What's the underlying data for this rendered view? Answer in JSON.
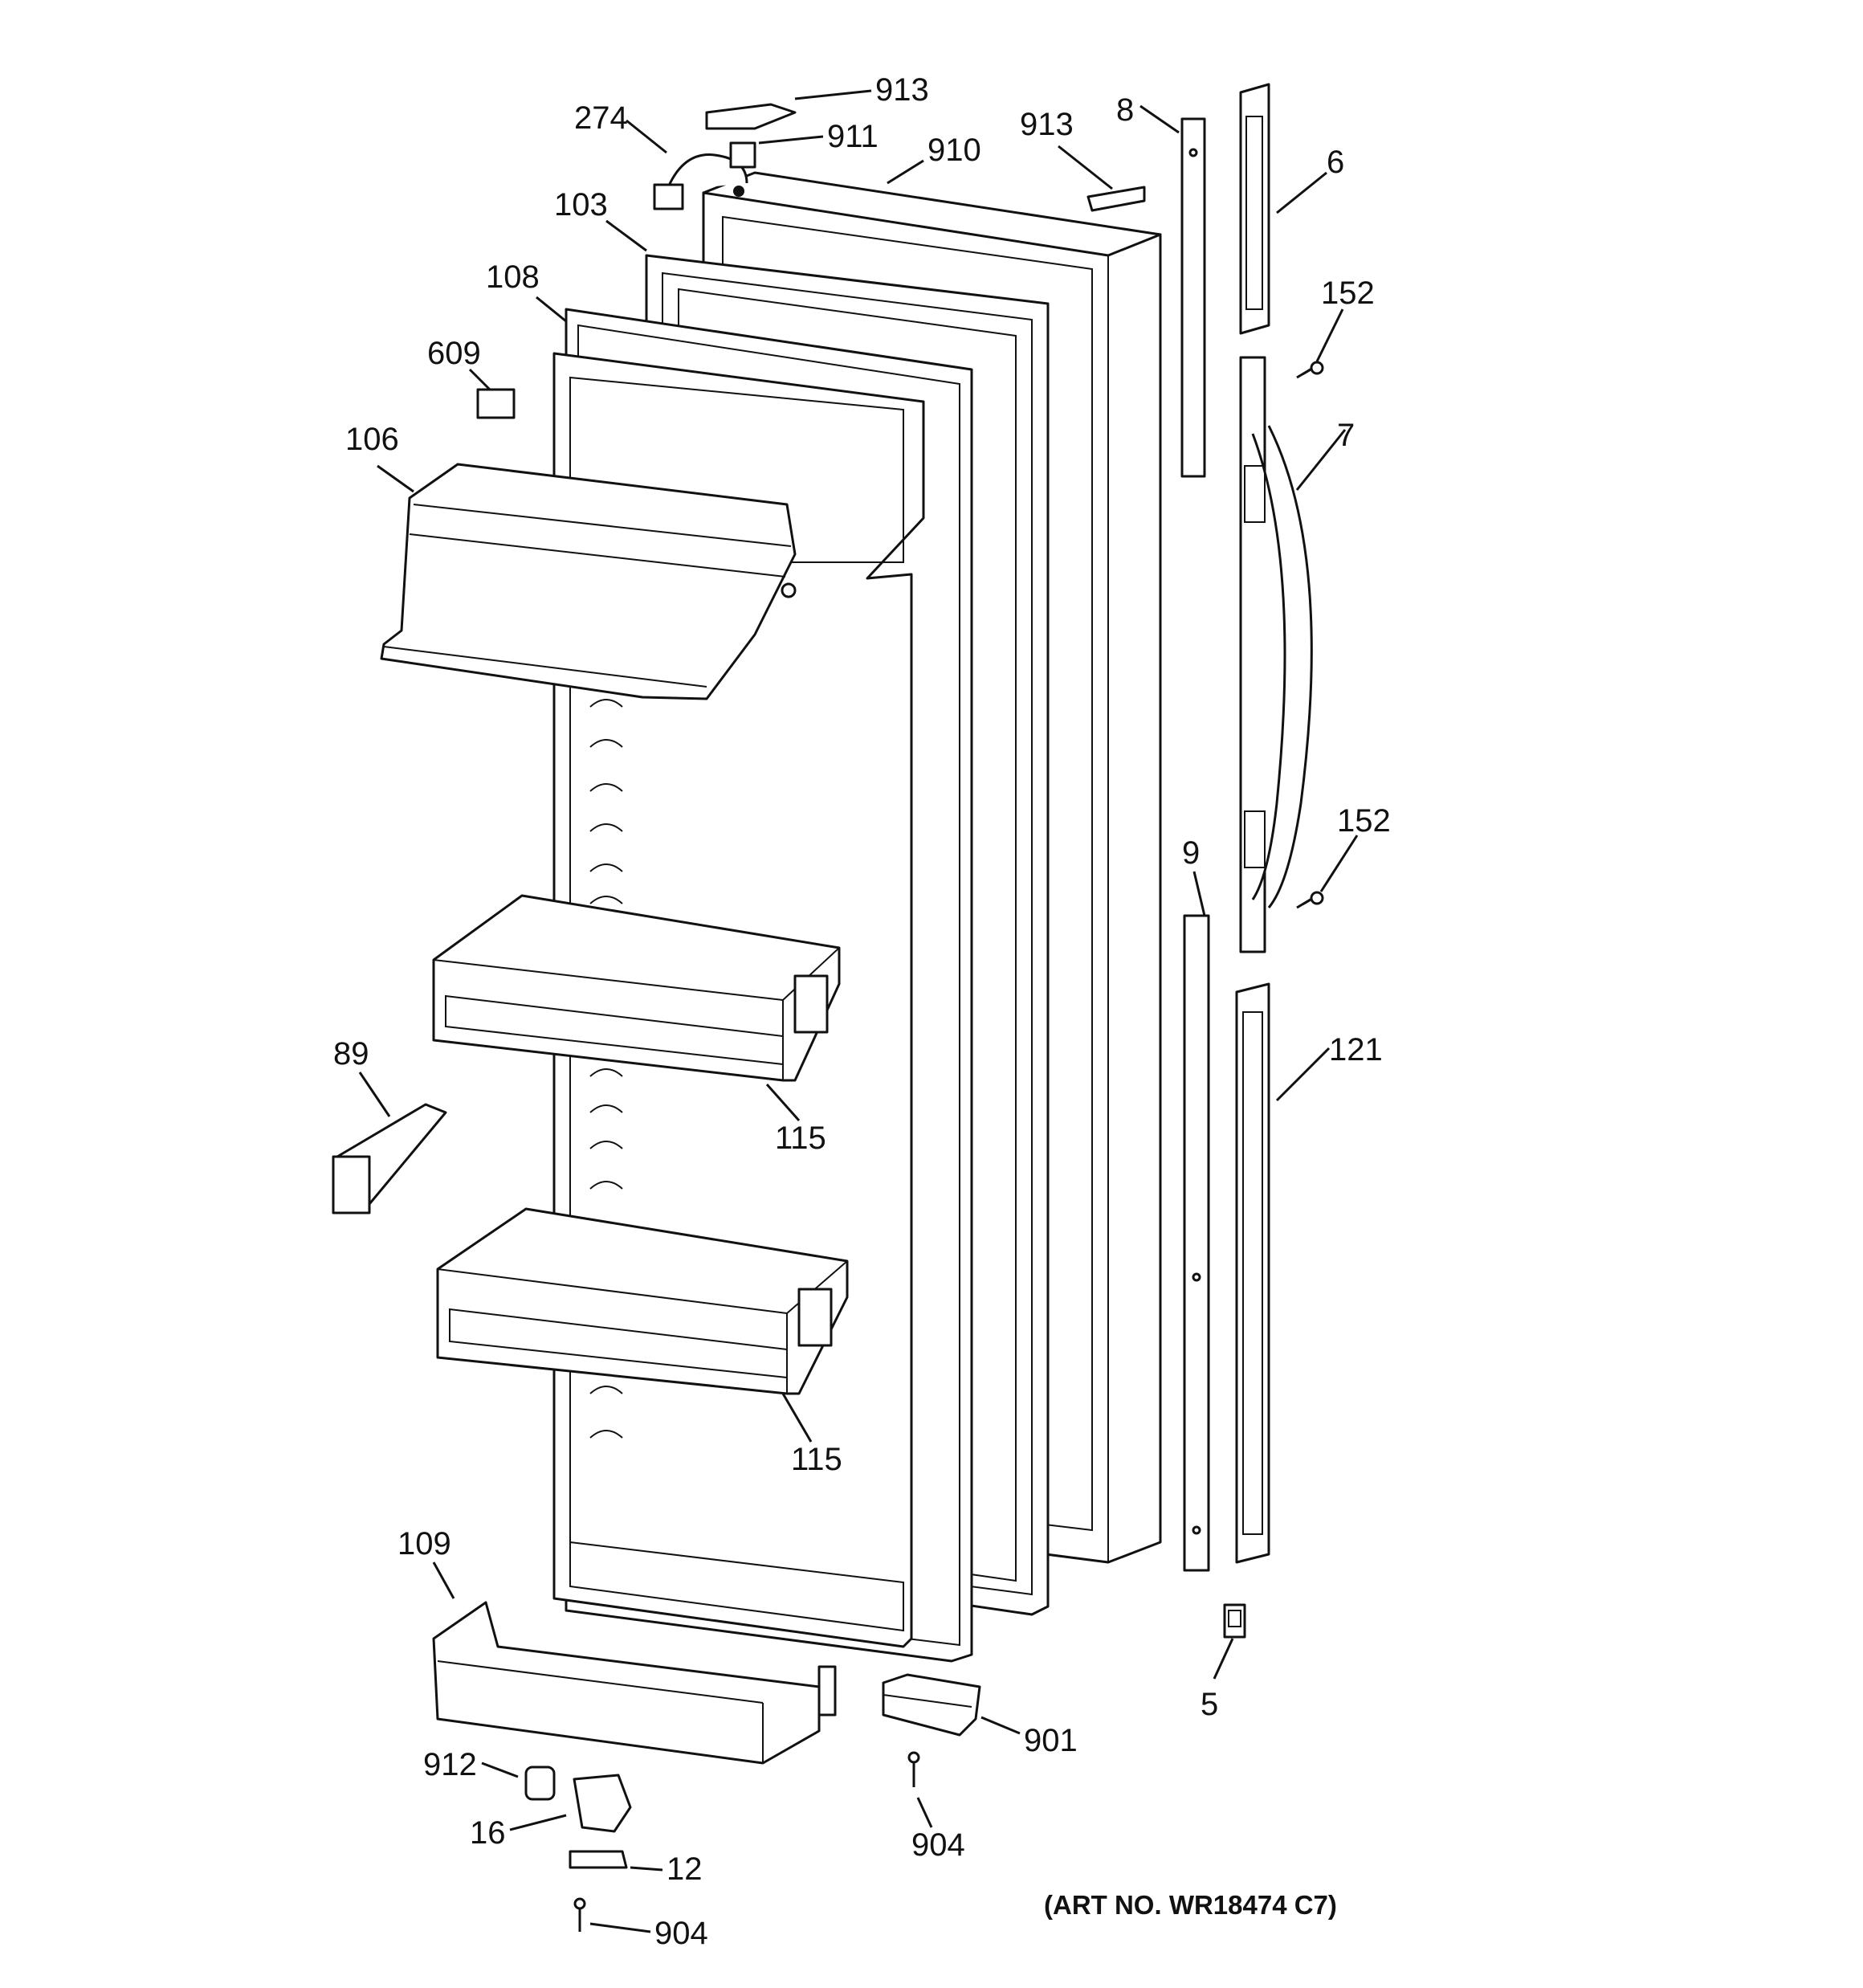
{
  "callouts": {
    "c913a": "913",
    "c911": "911",
    "c274": "274",
    "c910": "910",
    "c913b": "913",
    "c8": "8",
    "c6": "6",
    "c103": "103",
    "c108": "108",
    "c152a": "152",
    "c609": "609",
    "c106": "106",
    "c7": "7",
    "c152b": "152",
    "c9": "9",
    "c89": "89",
    "c121": "121",
    "c115a": "115",
    "c115b": "115",
    "c109": "109",
    "c5": "5",
    "c901": "901",
    "c912": "912",
    "c16": "16",
    "c904a": "904",
    "c12": "12",
    "c904b": "904"
  },
  "art_number": "(ART NO. WR18474 C7)"
}
